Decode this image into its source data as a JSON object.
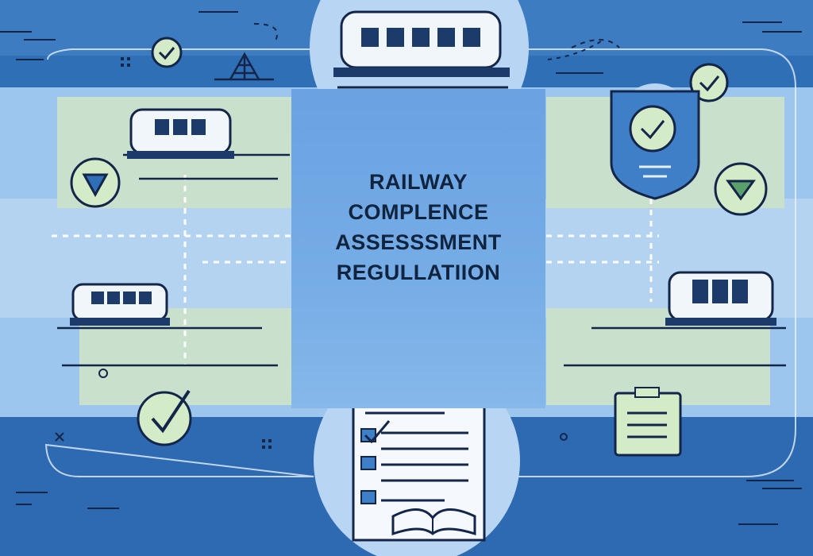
{
  "title": {
    "lines": [
      "RAILWAY",
      "COMPLENCE",
      "ASSESSSMENT",
      "REGULLATIION"
    ]
  },
  "colors": {
    "deep_blue": "#2f6fb6",
    "light_blue": "#9cc6ee",
    "pale_blue": "#c6ddf3",
    "green_band": "#c9e1cc",
    "accent_green": "#d3ebc6",
    "outline_navy": "#14254a",
    "panel_blue": "#6aa2e2"
  },
  "icons": [
    "train-icon",
    "check-badge-icon",
    "shield-check-icon",
    "clipboard-checklist-icon",
    "open-book-icon",
    "document-icon",
    "signal-tower-icon",
    "dashed-route-icon"
  ]
}
